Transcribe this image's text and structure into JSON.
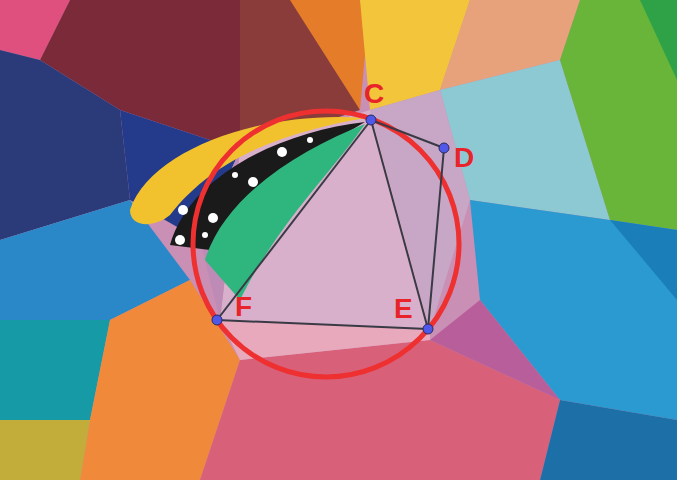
{
  "diagram": {
    "labels": [
      "C",
      "D",
      "E",
      "F"
    ]
  }
}
